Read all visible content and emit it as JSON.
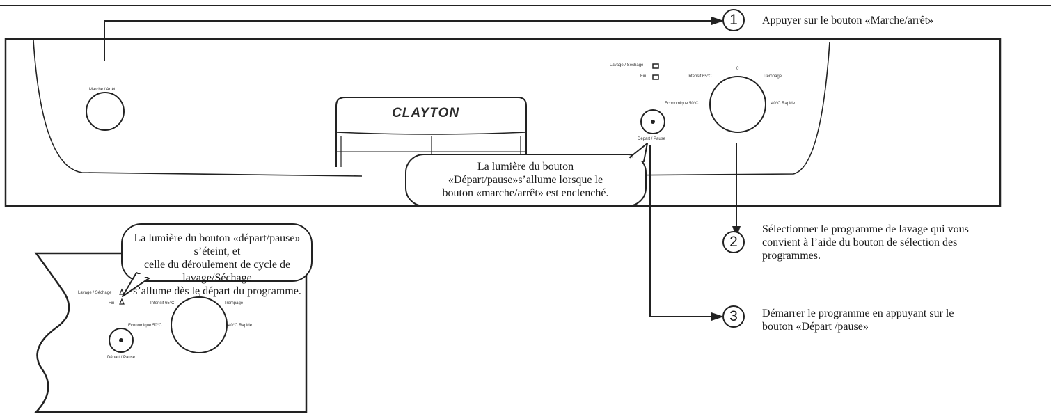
{
  "steps": [
    {
      "number": "1",
      "text": "Appuyer sur le bouton «Marche/arrêt»"
    },
    {
      "number": "2",
      "lines": [
        "Sélectionner le programme de lavage qui vous",
        "convient à l’aide du bouton de sélection des",
        "programmes."
      ]
    },
    {
      "number": "3",
      "lines": [
        "Démarrer le programme en appuyant sur le",
        "bouton «Départ /pause»"
      ]
    }
  ],
  "callouts": {
    "main": [
      "La lumière du bouton",
      "«Départ/pause»s’allume lorsque le",
      "bouton «marche/arrêt» est enclenché."
    ],
    "inset": [
      "La lumière du bouton «départ/pause» s’éteint, et",
      "celle du déroulement de cycle de lavage/Séchage",
      "s’allume dès le départ du programme."
    ]
  },
  "panel": {
    "brand": "CLAYTON",
    "power_label": "Marche / Arrêt",
    "start_label": "Départ / Pause",
    "indicators": [
      "Lavage / Séchage",
      "Fin"
    ],
    "program_labels": {
      "top": "0",
      "top_left": "Intensif 65°C",
      "top_right": "Trempage",
      "left": "Economique 50°C",
      "right": "40°C Rapide"
    }
  }
}
